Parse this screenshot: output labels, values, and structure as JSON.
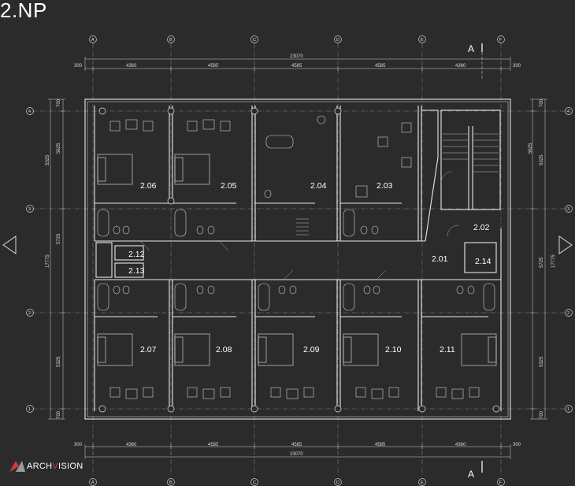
{
  "title": "2.NP",
  "logo": {
    "prefix": "ARCH",
    "accent": "V",
    "suffix": "ISION",
    "accent_color": "#d43a3a"
  },
  "section_marker": "A",
  "grid_columns": [
    "A",
    "B",
    "C",
    "D",
    "E",
    "F"
  ],
  "grid_rows": [
    "4",
    "3",
    "2",
    "1"
  ],
  "dims_top": {
    "total": "23070",
    "segments": [
      "300",
      "4360",
      "4585",
      "4585",
      "4585",
      "4360",
      "300"
    ]
  },
  "dims_bottom": {
    "total": "23070",
    "segments": [
      "300",
      "4360",
      "4585",
      "4585",
      "4585",
      "4360",
      "300"
    ]
  },
  "dims_left": {
    "total": "17775",
    "segments": [
      "700",
      "5625",
      "5325",
      "5725",
      "5325",
      "700"
    ]
  },
  "dims_right": {
    "total": "17775",
    "segments": [
      "700",
      "5625",
      "5325",
      "5725",
      "5325",
      "700"
    ]
  },
  "rooms": {
    "r206": "2.06",
    "r205": "2.05",
    "r204": "2.04",
    "r203": "2.03",
    "r202": "2.02",
    "r201": "2.01",
    "r212": "2.12",
    "r213": "2.13",
    "r214": "2.14",
    "r207": "2.07",
    "r208": "2.08",
    "r209": "2.09",
    "r210": "2.10",
    "r211": "2.11"
  },
  "colors": {
    "background": "#2b2b2b",
    "lines": "#e6e6e6",
    "grid": "#8a8a8a"
  }
}
